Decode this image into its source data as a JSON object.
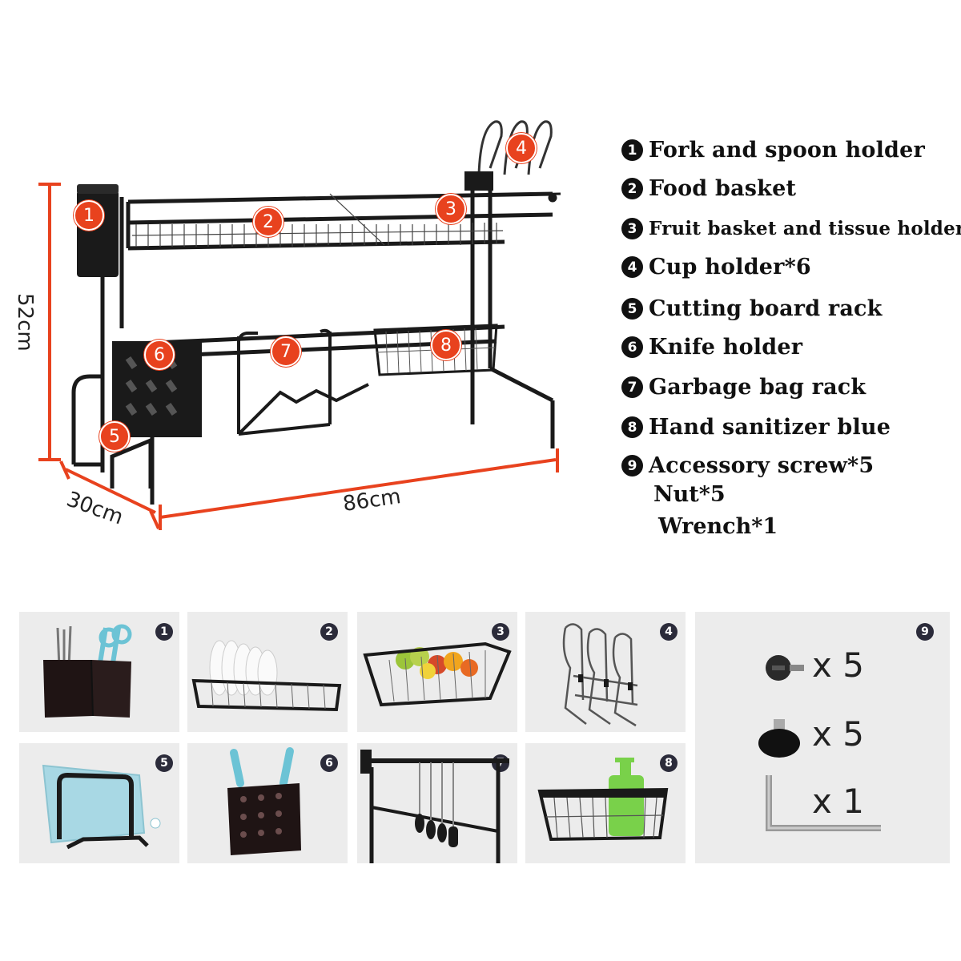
{
  "dimensions": {
    "height": "52cm",
    "depth": "30cm",
    "width": "86cm"
  },
  "markers": [
    "1",
    "2",
    "3",
    "4",
    "5",
    "6",
    "7",
    "8"
  ],
  "legend": [
    {
      "num": "1",
      "label": "Fork and spoon holder"
    },
    {
      "num": "2",
      "label": "Food basket"
    },
    {
      "num": "3",
      "label": "Fruit basket and tissue holder"
    },
    {
      "num": "4",
      "label": "Cup holder*6"
    },
    {
      "num": "5",
      "label": "Cutting board rack"
    },
    {
      "num": "6",
      "label": "Knife holder"
    },
    {
      "num": "7",
      "label": "Garbage bag rack"
    },
    {
      "num": "8",
      "label": "Hand sanitizer blue"
    },
    {
      "num": "9",
      "label": "Accessory screw*5",
      "sub": [
        "Nut*5",
        "Wrench*1"
      ]
    }
  ],
  "thumbnails": [
    "1",
    "2",
    "3",
    "4",
    "5",
    "6",
    "7",
    "8",
    "9"
  ],
  "accessories": [
    {
      "item": "screw-icon",
      "qty": "x 5"
    },
    {
      "item": "nut-icon",
      "qty": "x 5"
    },
    {
      "item": "wrench-icon",
      "qty": "x 1"
    }
  ],
  "colors": {
    "marker": "#e8421e",
    "dimension_line": "#e8421e",
    "rack": "#1a1a1a",
    "thumb_bg": "#ececec",
    "badge": "#2b2b3a"
  }
}
